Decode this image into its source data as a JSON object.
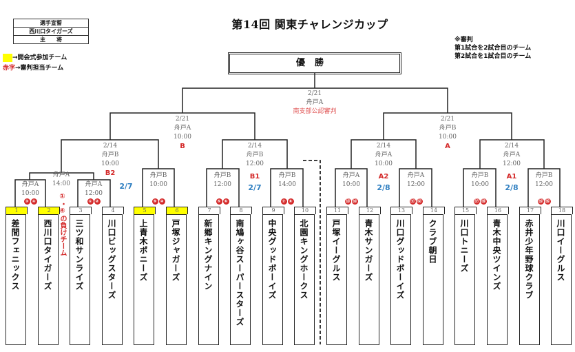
{
  "title": "第14回 関東チャレンジカップ",
  "oath_table": {
    "row1": "選手宣誓",
    "row2": "西川口タイガーズ",
    "row3": "主　　将"
  },
  "legend": {
    "yellow_text": "→開会式参加チーム",
    "red_word": "赤字",
    "red_text": "→審判担当チーム",
    "yellow_color": "#ffff00",
    "red_color": "#d42a2a"
  },
  "referee_note": {
    "line1": "※審判",
    "line2": "第1試合を2試合目のチーム",
    "line3": "第2試合を1試合目のチーム"
  },
  "champion_label": "優勝",
  "loser_note": "①・④の負けチーム",
  "matches": {
    "final": {
      "date": "2/21",
      "venue": "舟戸A",
      "referee": "南支部公認審判"
    },
    "semi_left": {
      "date": "2/21",
      "venue": "舟戸A",
      "time": "10:00",
      "code": "B"
    },
    "semi_right": {
      "date": "2/21",
      "venue": "舟戸B",
      "time": "10:00",
      "code": "A"
    },
    "qf_b2": {
      "date": "2/14",
      "venue": "舟戸B",
      "time": "10:00",
      "code": "B2",
      "day": "2/7"
    },
    "qf_b1": {
      "date": "2/14",
      "venue": "舟戸B",
      "time": "12:00",
      "code": "B1",
      "day": "2/7"
    },
    "qf_a2": {
      "date": "2/14",
      "venue": "舟戸A",
      "time": "10:00",
      "code": "A2",
      "day": "2/8"
    },
    "qf_a1": {
      "date": "2/14",
      "venue": "舟戸A",
      "time": "12:00",
      "code": "A1",
      "day": "2/8"
    },
    "r2_1to4": {
      "venue": "舟戸A",
      "time": "14:00"
    },
    "r1_1v2": {
      "venue": "舟戸A",
      "time": "10:00",
      "circles": [
        "③",
        "④"
      ]
    },
    "r1_3v4": {
      "venue": "舟戸A",
      "time": "12:00",
      "circles": [
        "①",
        "②"
      ]
    },
    "r1_5v6": {
      "venue": "舟戸B",
      "time": "10:00",
      "circles": [
        "⑨",
        "⑩"
      ]
    },
    "r1_7v8": {
      "venue": "舟戸B",
      "time": "12:00",
      "circles": [
        "⑤",
        "⑥"
      ]
    },
    "r1_9v10": {
      "venue": "舟戸B",
      "time": "14:00",
      "circles": [
        "⑦",
        "⑧"
      ]
    },
    "r1_11v12": {
      "venue": "舟戸A",
      "time": "10:00",
      "circles": [
        "⑬",
        "⑭"
      ]
    },
    "r1_13v14": {
      "venue": "舟戸A",
      "time": "12:00",
      "circles": [
        "⑪",
        "⑫"
      ]
    },
    "r1_15v16": {
      "venue": "舟戸B",
      "time": "10:00",
      "circles": [
        "⑰",
        "⑱"
      ]
    },
    "r1_17v18": {
      "venue": "舟戸B",
      "time": "12:00",
      "circles": [
        "⑮",
        "⑯"
      ]
    }
  },
  "teams": [
    {
      "no": "1",
      "name": "差間フェニックス",
      "opening": true
    },
    {
      "no": "2",
      "name": "西川口タイガーズ",
      "opening": true
    },
    {
      "no": "3",
      "name": "三ツ和サンライズ",
      "opening": false
    },
    {
      "no": "4",
      "name": "川口ビッグスターズ",
      "opening": false
    },
    {
      "no": "5",
      "name": "上青木ポニーズ",
      "opening": true
    },
    {
      "no": "6",
      "name": "戸塚ジャガーズ",
      "opening": true
    },
    {
      "no": "7",
      "name": "新郷キングナイン",
      "opening": false
    },
    {
      "no": "8",
      "name": "南鳩ヶ谷スーパースターズ",
      "opening": false
    },
    {
      "no": "9",
      "name": "中央グッドボーイズ",
      "opening": false
    },
    {
      "no": "10",
      "name": "北園キングホークス",
      "opening": false
    },
    {
      "no": "11",
      "name": "戸塚イーグルス",
      "opening": false
    },
    {
      "no": "12",
      "name": "青木サンガーズ",
      "opening": false
    },
    {
      "no": "13",
      "name": "川口グッドボーイズ",
      "opening": false
    },
    {
      "no": "14",
      "name": "クラブ朝日",
      "opening": false
    },
    {
      "no": "15",
      "name": "川口トニーズ",
      "opening": false
    },
    {
      "no": "16",
      "name": "青木中央ツインズ",
      "opening": false
    },
    {
      "no": "17",
      "name": "赤井少年野球クラブ",
      "opening": false
    },
    {
      "no": "18",
      "name": "川口イーグルス",
      "opening": false
    }
  ]
}
